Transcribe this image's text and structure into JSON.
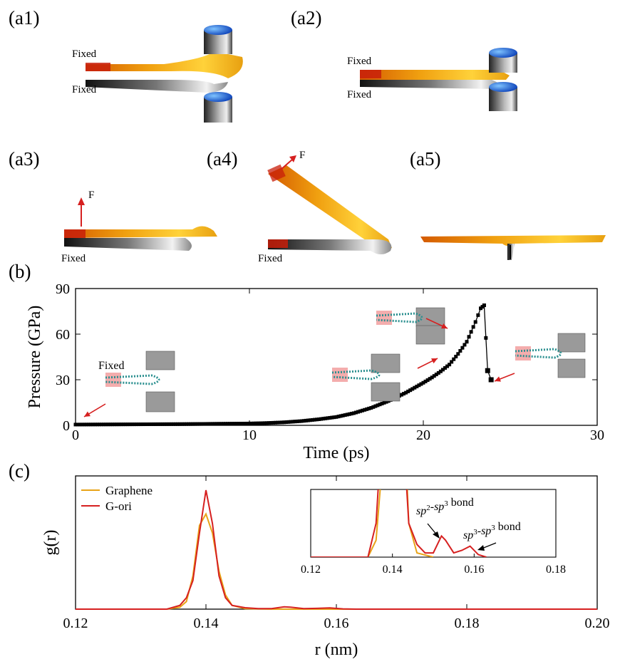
{
  "panels": {
    "a1": "(a1)",
    "a2": "(a2)",
    "a3": "(a3)",
    "a4": "(a4)",
    "a5": "(a5)",
    "b": "(b)",
    "c": "(c)"
  },
  "annotations": {
    "fixed": "Fixed",
    "force": "F"
  },
  "chart_data": [
    {
      "type": "scatter",
      "panel": "(b)",
      "xlabel": "Time (ps)",
      "ylabel": "Pressure (GPa)",
      "xlim": [
        0,
        30
      ],
      "ylim": [
        0,
        90
      ],
      "xticks": [
        0,
        10,
        20,
        30
      ],
      "yticks": [
        0,
        30,
        60,
        90
      ],
      "inset_label": "Fixed",
      "series": [
        {
          "color": "#000000",
          "x": [
            0,
            2,
            4,
            6,
            8,
            10,
            11,
            12,
            13,
            14,
            15,
            16,
            17,
            18,
            19,
            20,
            20.5,
            21,
            21.5,
            22,
            22.5,
            23,
            23.3,
            23.5,
            23.7,
            23.9
          ],
          "y": [
            0.5,
            0.6,
            0.7,
            0.8,
            1.0,
            1.2,
            1.5,
            2.0,
            2.8,
            4.0,
            5.5,
            8.0,
            11.5,
            16.0,
            21.5,
            28.0,
            31.5,
            35.5,
            40.0,
            47.0,
            55.0,
            68.0,
            77.0,
            79.0,
            36.0,
            30.0
          ]
        }
      ]
    },
    {
      "type": "line",
      "panel": "(c)",
      "xlabel": "r (nm)",
      "ylabel": "g(r)",
      "xlim": [
        0.12,
        0.2
      ],
      "xticks": [
        "0.12",
        "0.14",
        "0.16",
        "0.18",
        "0.20"
      ],
      "legend": "top-left",
      "series": [
        {
          "name": "Graphene",
          "color": "#e8a317",
          "x": [
            0.12,
            0.134,
            0.136,
            0.137,
            0.138,
            0.139,
            0.14,
            0.141,
            0.142,
            0.143,
            0.144,
            0.146,
            0.15,
            0.2
          ],
          "y": [
            0,
            0,
            2,
            8,
            35,
            88,
            100,
            80,
            40,
            15,
            4,
            0.5,
            0,
            0
          ]
        },
        {
          "name": "G-ori",
          "color": "#d62020",
          "x": [
            0.12,
            0.134,
            0.136,
            0.137,
            0.138,
            0.139,
            0.14,
            0.141,
            0.142,
            0.143,
            0.144,
            0.146,
            0.148,
            0.15,
            0.152,
            0.153,
            0.155,
            0.157,
            0.159,
            0.161,
            0.163,
            0.2
          ],
          "y": [
            0,
            0,
            4,
            12,
            30,
            80,
            125,
            90,
            35,
            12,
            4,
            1.5,
            0.5,
            0.5,
            2.5,
            2.0,
            0.5,
            0.8,
            1.3,
            0.3,
            0,
            0
          ]
        }
      ],
      "inset": {
        "xlim": [
          0.12,
          0.18
        ],
        "xticks": [
          "0.12",
          "0.14",
          "0.16",
          "0.18"
        ],
        "annotation_1": "bond",
        "annotation_2": "bond",
        "ann1_sup_a": "2",
        "ann1_sup_b": "3",
        "ann2_sup_a": "3",
        "ann2_sup_b": "3",
        "sp": "sp"
      }
    }
  ]
}
